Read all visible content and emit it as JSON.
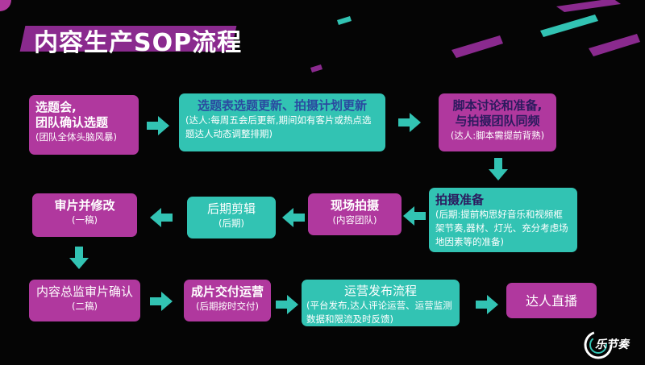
{
  "title": "内容生产SOP流程",
  "colors": {
    "purple": "#b0389e",
    "teal": "#32c3b3",
    "arrow": "#32c3b3",
    "title_bar": "#8a2a8e",
    "background": "#050505"
  },
  "steps": [
    {
      "id": "topic-meeting",
      "title_lines": [
        "选题会,",
        "团队确认选题"
      ],
      "sub": "(团队全体头脑风暴)"
    },
    {
      "id": "topic-update",
      "title_lines": [
        "选题表选题更新、拍摄计划更新"
      ],
      "sub": "(达人:每周五会后更新,期间如有客片或热点选题达人动态调整排期)"
    },
    {
      "id": "script-prep",
      "title_lines": [
        "脚本讨论和准备,",
        "与拍摄团队同频"
      ],
      "sub": "(达人:脚本需提前背熟)"
    },
    {
      "id": "shoot-prep",
      "title_lines": [
        "拍摄准备"
      ],
      "sub": "(后期:提前构思好音乐和视频框架节奏,器材、灯光、充分考虑场地因素等的准备)"
    },
    {
      "id": "on-site-shoot",
      "title_lines": [
        "现场拍摄"
      ],
      "sub": "(内容团队)"
    },
    {
      "id": "post-edit",
      "title_lines": [
        "后期剪辑"
      ],
      "sub": "(后期)"
    },
    {
      "id": "review-first",
      "title_lines": [
        "审片并修改"
      ],
      "sub": "(一稿)"
    },
    {
      "id": "director-review",
      "title_lines": [
        "内容总监审片确认"
      ],
      "sub": "(二稿)"
    },
    {
      "id": "delivery",
      "title_lines": [
        "成片交付运营"
      ],
      "sub": "(后期按时交付)"
    },
    {
      "id": "publish",
      "title_lines": [
        "运营发布流程"
      ],
      "sub": "(平台发布,达人评论运营、运营监测数据和限流及时反馈)"
    },
    {
      "id": "live",
      "title_lines": [
        "达人直播"
      ],
      "sub": ""
    }
  ],
  "logo": {
    "text": "乐节奏"
  }
}
